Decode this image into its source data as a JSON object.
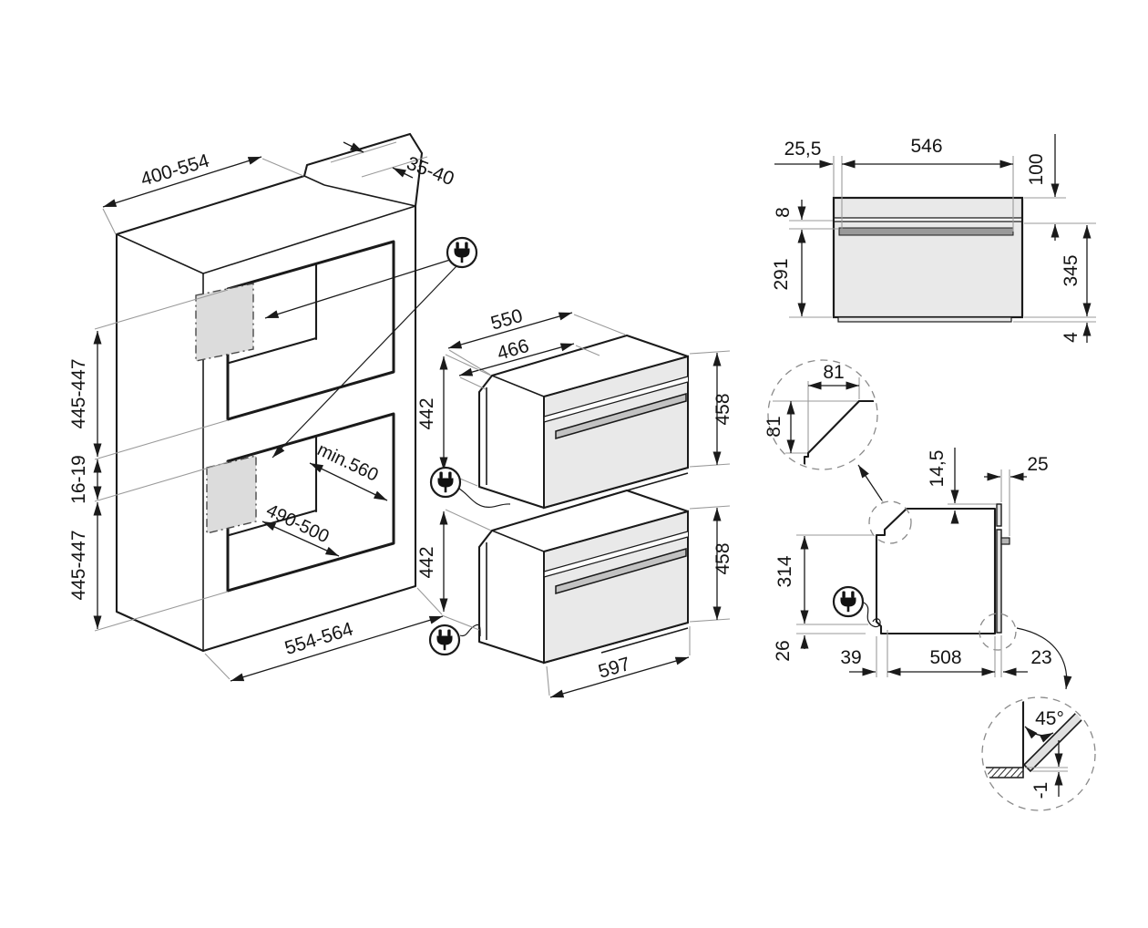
{
  "title": "built-in double oven installation diagram",
  "colors": {
    "line": "#1a1a1a",
    "extension": "#9a9a9a",
    "panel_fill": "#e9e9e9",
    "strip_fill": "#999999",
    "phantom_fill": "#dcdcdc",
    "handle_fill": "#c2c2c2"
  },
  "cabinet": {
    "top_width": "400-554",
    "wall_gap": "35-40",
    "upper_height": "445-447",
    "divider": "16-19",
    "lower_height": "445-447",
    "bottom_width": "554-564",
    "niche_depth": "min.560",
    "unit_depth": "490-500"
  },
  "upper_oven": {
    "total_depth": "550",
    "body_depth": "466",
    "rear_height": "442",
    "front_height": "458"
  },
  "lower_oven": {
    "rear_height": "442",
    "front_height": "458",
    "front_width": "597"
  },
  "top_view": {
    "side_offset": "25,5",
    "front_width": "546",
    "front_depth": "100",
    "lip": "8",
    "rear_depth": "291",
    "total_depth": "345",
    "base": "4"
  },
  "side_view": {
    "chamfer_width": "81",
    "chamfer_height": "81",
    "top_recess": "14,5",
    "front_clearance": "25",
    "rear_height": "314",
    "bottom_clearance": "26",
    "cable_offset": "39",
    "body_depth": "508",
    "door_thickness": "23",
    "open_angle": "45°",
    "door_drop": "-1"
  },
  "icons": {
    "plug": "power-plug"
  }
}
